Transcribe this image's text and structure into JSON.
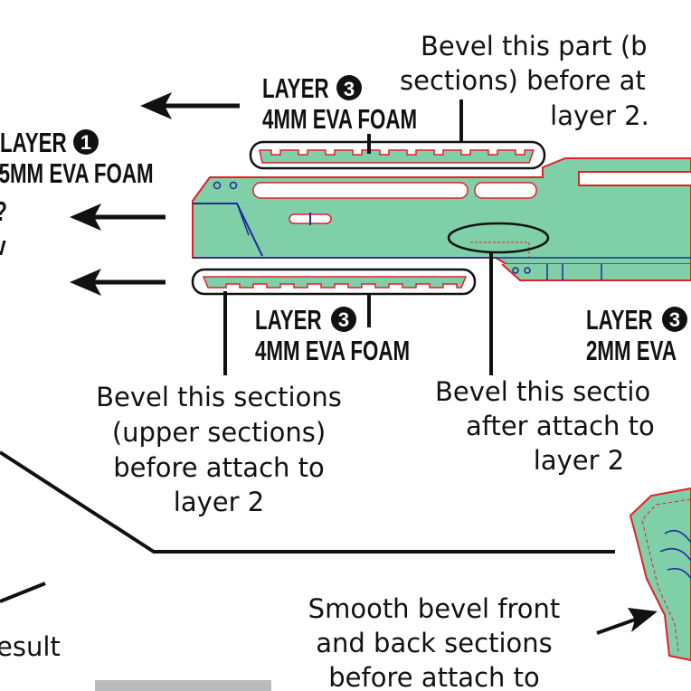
{
  "colors": {
    "foam": "#7fcfa8",
    "outline": "#e0202a",
    "detail": "#1e2a9a",
    "ink": "#111111"
  },
  "labels": {
    "layer3_top": {
      "title": "LAYER",
      "num": "3",
      "sub": "4MM EVA FOAM"
    },
    "layer1": {
      "title": "LAYER",
      "num": "1",
      "sub": "5MM EVA FOAM"
    },
    "layer3_bottom": {
      "title": "LAYER",
      "num": "3",
      "sub": "4MM EVA FOAM"
    },
    "layer3_right": {
      "title": "LAYER",
      "num": "3",
      "sub": "2MM EVA"
    },
    "left_partial": [
      "?",
      "v"
    ]
  },
  "notes": {
    "bevel_top": [
      "Bevel this part (b",
      "sections) before at",
      "layer 2."
    ],
    "bevel_left": [
      "Bevel this sections",
      "(upper sections)",
      "before attach to",
      "layer 2"
    ],
    "bevel_right": [
      "Bevel this sectio",
      "after attach to",
      "layer 2"
    ],
    "smooth": [
      "Smooth bevel front",
      "and back sections",
      "before attach to"
    ],
    "result": "esult"
  }
}
